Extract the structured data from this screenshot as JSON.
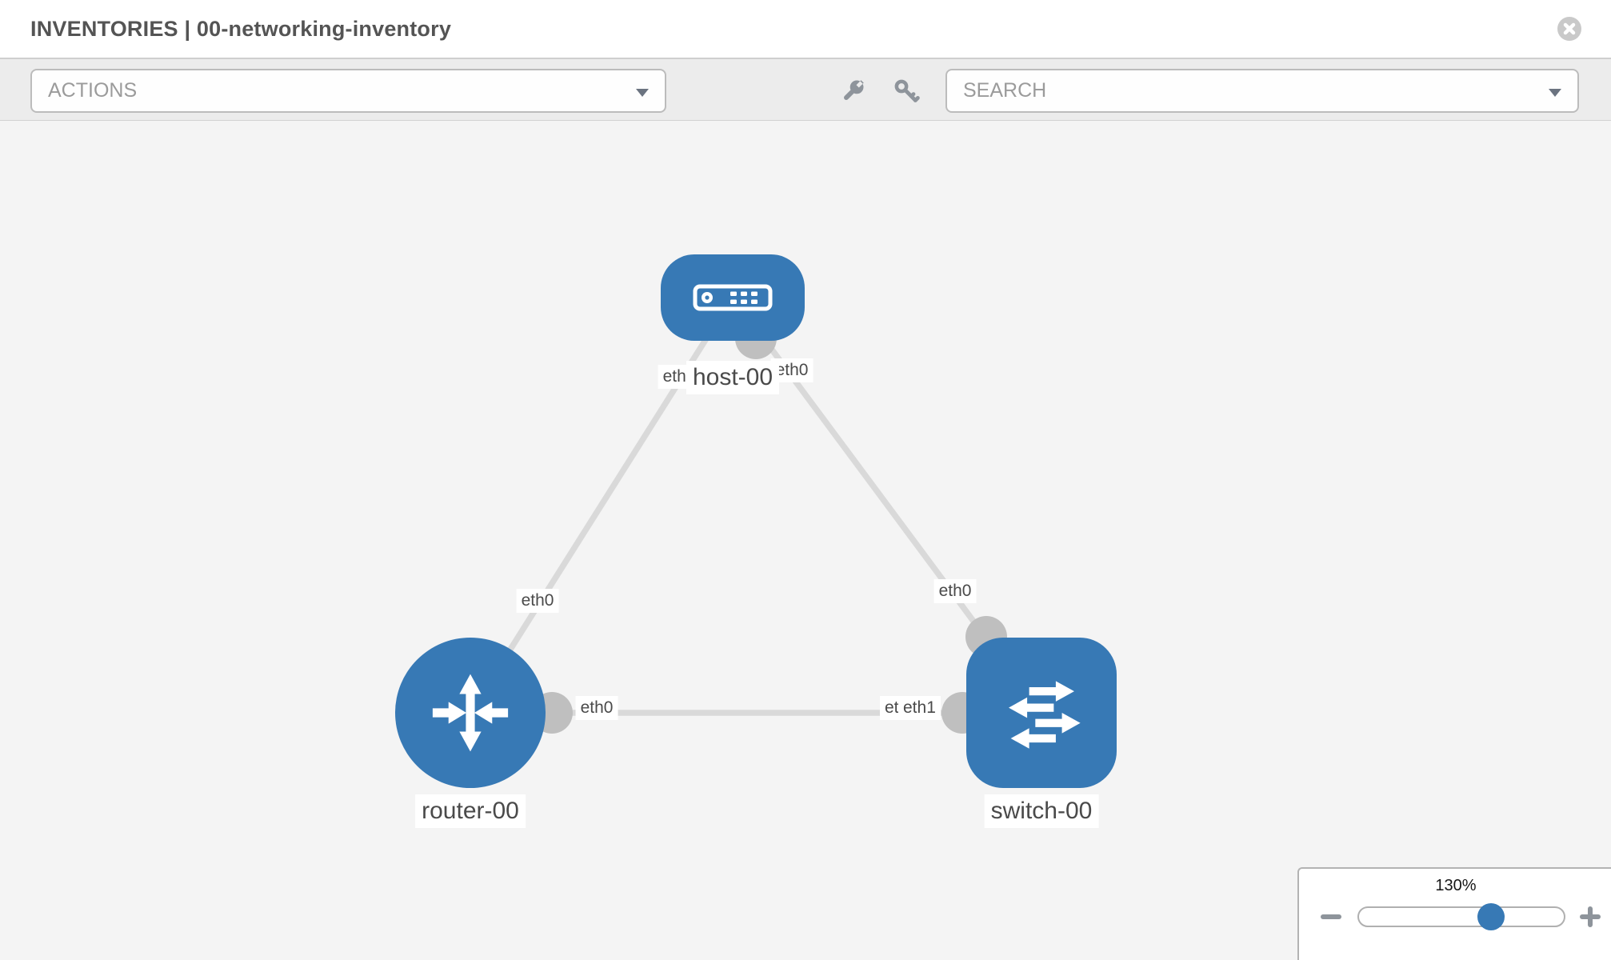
{
  "header": {
    "title": "INVENTORIES | 00-networking-inventory"
  },
  "toolbar": {
    "actions_placeholder": "ACTIONS",
    "search_placeholder": "SEARCH"
  },
  "icons": {
    "toolbar": [
      "wrench-icon",
      "key-icon"
    ],
    "header": "close-icon",
    "dropdowns": "caret-down-icon",
    "zoom": [
      "minus-icon",
      "plus-icon"
    ]
  },
  "topology": {
    "node_labels": {
      "host": "host-00",
      "router": "router-00",
      "switch": "switch-00"
    },
    "iface_labels": {
      "host_left": "eth0",
      "host_right": "eth0",
      "router_upper": "eth0",
      "switch_upper": "eth0",
      "router_mid": "eth0",
      "switch_mid_back": "eth0",
      "switch_mid": "eth1"
    },
    "links": [
      {
        "from": "host-00",
        "from_iface": "eth0",
        "to": "router-00",
        "to_iface": "eth0"
      },
      {
        "from": "host-00",
        "from_iface": "eth0",
        "to": "switch-00",
        "to_iface": "eth0"
      },
      {
        "from": "router-00",
        "from_iface": "eth0",
        "to": "switch-00",
        "to_iface": "eth1"
      }
    ]
  },
  "zoom_control": {
    "level": "130%"
  },
  "colors": {
    "node-blue": "#3779b5",
    "link-gray": "#d9d9d9",
    "connector-gray": "#bfbfbf",
    "icon-gray": "#8e949b",
    "label-text": "#4a4a4a"
  }
}
